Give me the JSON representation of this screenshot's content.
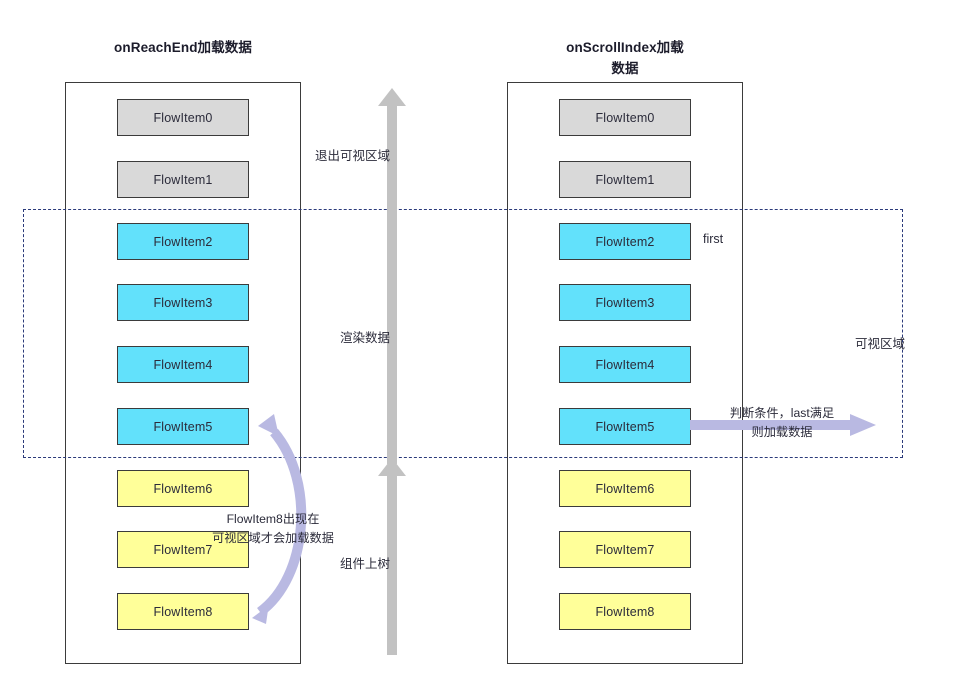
{
  "columns": [
    {
      "id": "left",
      "title": "onReachEnd加载数据",
      "items": [
        {
          "label": "FlowItem0",
          "state": "gray"
        },
        {
          "label": "FlowItem1",
          "state": "gray"
        },
        {
          "label": "FlowItem2",
          "state": "cyan"
        },
        {
          "label": "FlowItem3",
          "state": "cyan"
        },
        {
          "label": "FlowItem4",
          "state": "cyan"
        },
        {
          "label": "FlowItem5",
          "state": "cyan"
        },
        {
          "label": "FlowItem6",
          "state": "yellow"
        },
        {
          "label": "FlowItem7",
          "state": "yellow"
        },
        {
          "label": "FlowItem8",
          "state": "yellow"
        }
      ]
    },
    {
      "id": "right",
      "title": "onScrollIndex加载\n数据",
      "title_line1": "onScrollIndex加载",
      "title_line2": "数据",
      "items": [
        {
          "label": "FlowItem0",
          "state": "gray"
        },
        {
          "label": "FlowItem1",
          "state": "gray"
        },
        {
          "label": "FlowItem2",
          "state": "cyan"
        },
        {
          "label": "FlowItem3",
          "state": "cyan"
        },
        {
          "label": "FlowItem4",
          "state": "cyan"
        },
        {
          "label": "FlowItem5",
          "state": "cyan"
        },
        {
          "label": "FlowItem6",
          "state": "yellow"
        },
        {
          "label": "FlowItem7",
          "state": "yellow"
        },
        {
          "label": "FlowItem8",
          "state": "yellow"
        }
      ]
    }
  ],
  "viewport": {
    "label": "可视区域"
  },
  "center_arrows": {
    "exit_label": "退出可视区域",
    "render_label": "渲染数据",
    "mount_label": "组件上树"
  },
  "annotations": {
    "first": "first",
    "curve_line1": "FlowItem8出现在",
    "curve_line2": "可视区域才会加载数据",
    "straight_line1": "判断条件，last满足",
    "straight_line2": "则加载数据"
  },
  "colors": {
    "gray_box": "#d9d9d9",
    "cyan_box": "#62e1fb",
    "yellow_box": "#ffff99",
    "box_border": "#3b3b3b",
    "viewport_dash": "#2b3a7a",
    "gray_arrow": "#c2c2c2",
    "purple_arrow": "#b9b9e2",
    "text": "#2b2b3a"
  }
}
